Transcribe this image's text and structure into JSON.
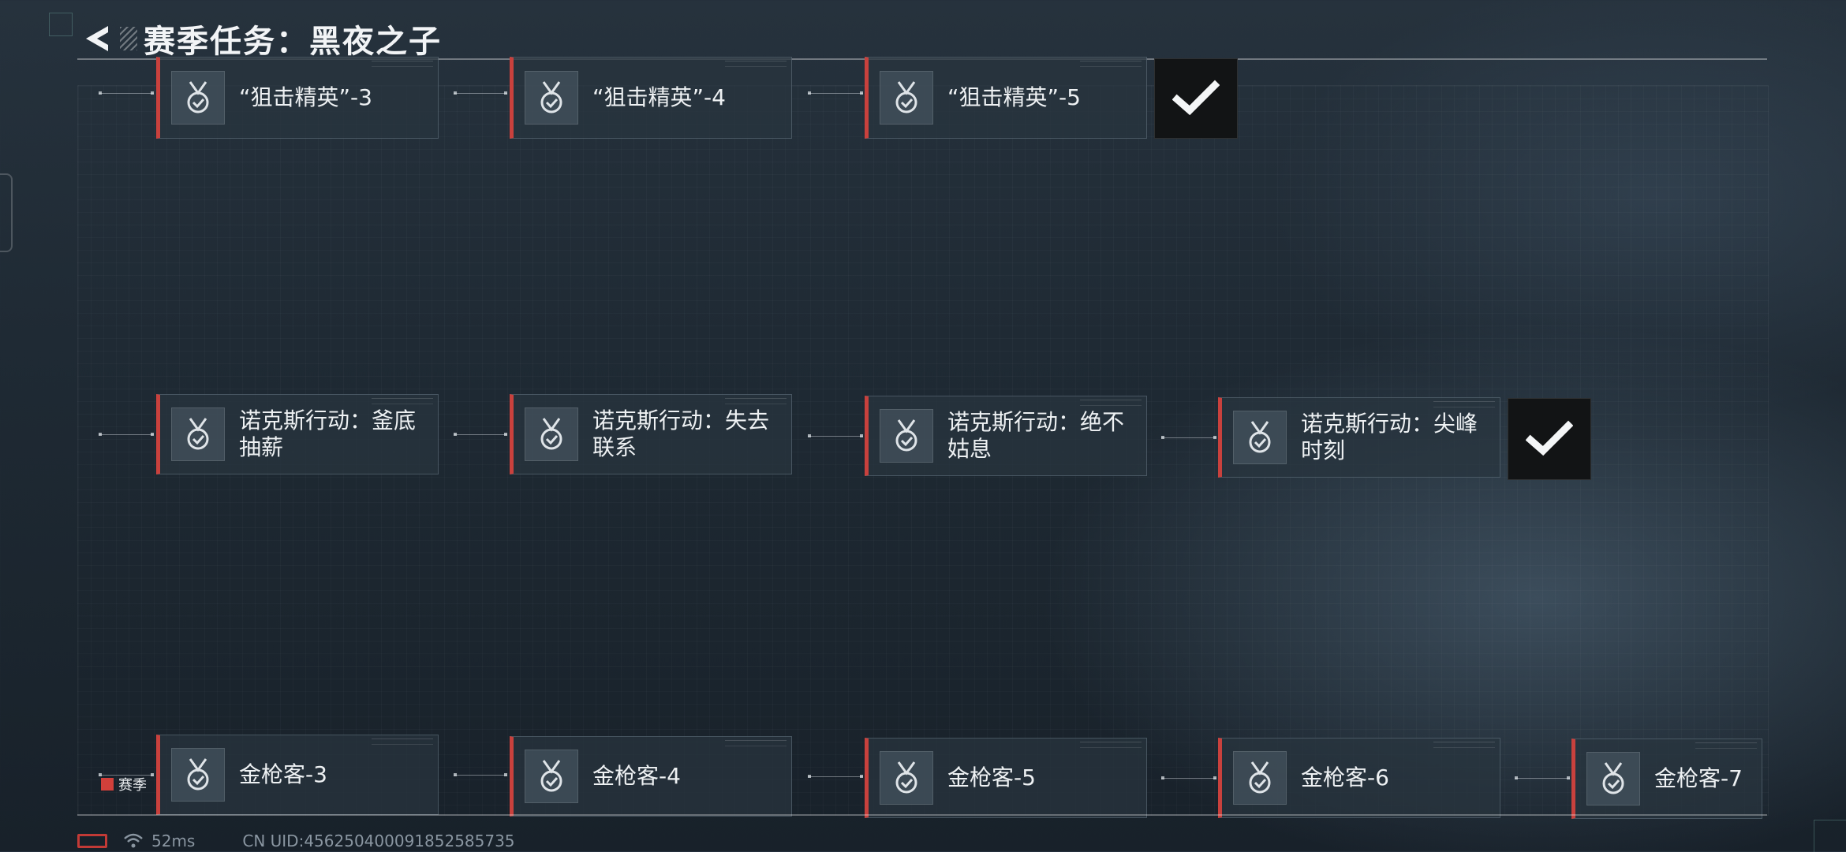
{
  "header": {
    "title": "赛季任务：黑夜之子"
  },
  "rows": [
    {
      "nodes": [
        "“狙击精英”-3",
        "“狙击精英”-4",
        "“狙击精英”-5"
      ]
    },
    {
      "nodes": [
        "诺克斯行动：釜底抽薪",
        "诺克斯行动：失去联系",
        "诺克斯行动：绝不姑息",
        "诺克斯行动：尖峰时刻"
      ]
    },
    {
      "nodes": [
        "金枪客-3",
        "金枪客-4",
        "金枪客-5",
        "金枪客-6",
        "金枪客-7"
      ]
    }
  ],
  "season_tag": "赛季",
  "status": {
    "ping": "52ms",
    "uid": "CN UID:456250400091852585735"
  },
  "colors": {
    "accent": "#c9413d",
    "panel": "#28343e"
  }
}
